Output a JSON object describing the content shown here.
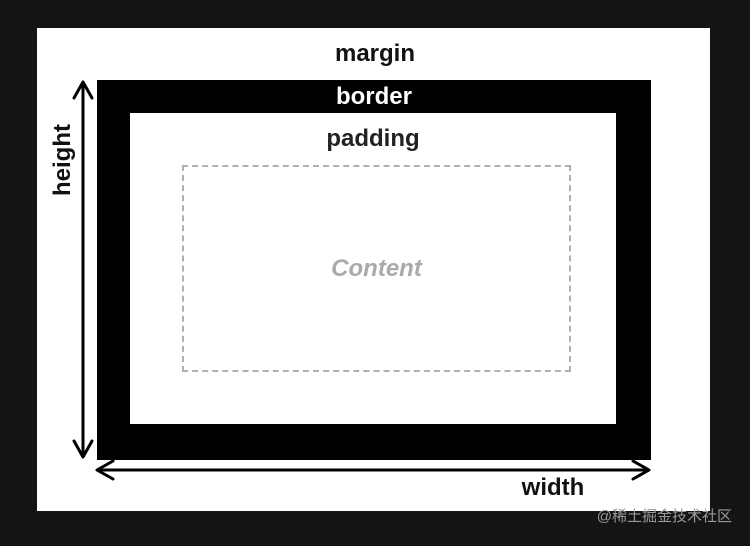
{
  "labels": {
    "margin": "margin",
    "border": "border",
    "padding": "padding",
    "content": "Content",
    "height": "height",
    "width": "width"
  },
  "watermark": "@稀土掘金技术社区",
  "colors": {
    "background": "#141414",
    "margin_area": "#ffffff",
    "border": "#000000",
    "padding_area": "#ffffff",
    "content_outline": "#b0b0b0",
    "content_text": "#aaaaaa"
  }
}
